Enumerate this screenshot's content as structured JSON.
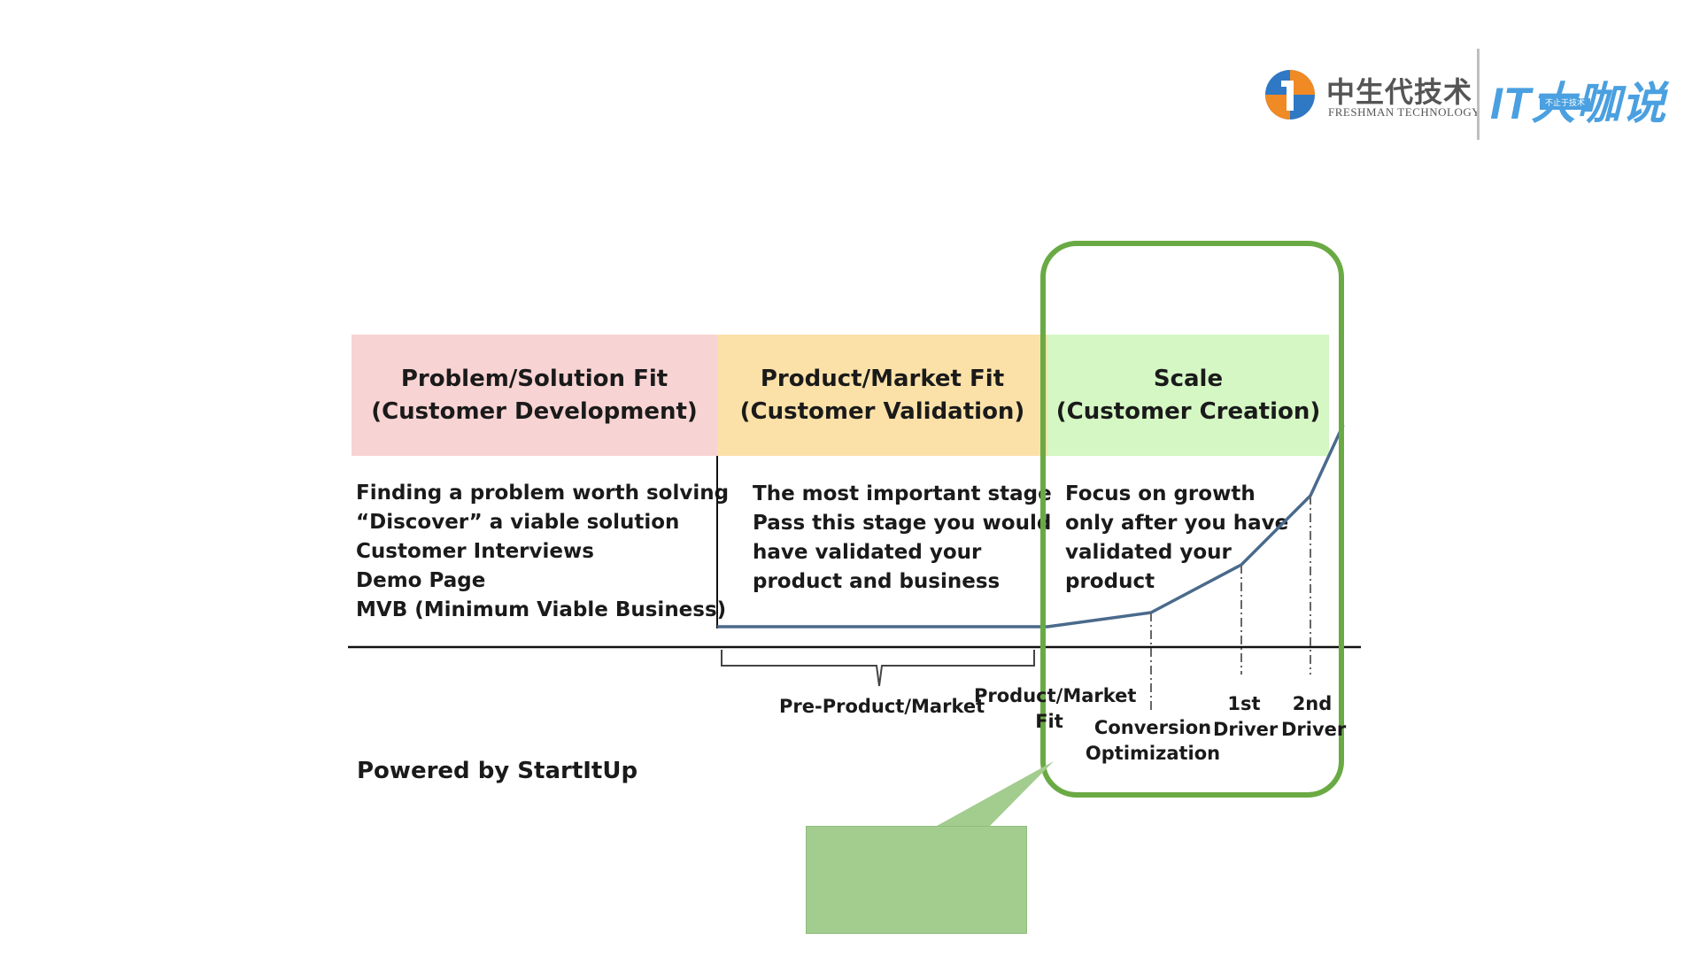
{
  "logos": {
    "freshman": {
      "chinese_name": "中生代技术",
      "english_name": "FRESHMAN TECHNOLOGY",
      "icon": "freshman-emblem-icon",
      "colors": {
        "blue": "#2f78c4",
        "orange": "#f08a24"
      }
    },
    "itkashuo": {
      "name": "IT大咖说",
      "tagline": "不止于技术",
      "color": "#4aa0e0"
    }
  },
  "stages": [
    {
      "title_line1": "Problem/Solution Fit",
      "title_line2": "(Customer Development)",
      "color": "#f8d3d3",
      "items": [
        "Finding a problem worth solving",
        "“Discover” a viable solution",
        "Customer Interviews",
        "Demo Page",
        "MVB (Minimum Viable Business)"
      ]
    },
    {
      "title_line1": "Product/Market Fit",
      "title_line2": "(Customer Validation)",
      "color": "#fbe1a8",
      "items": [
        "The most important stage",
        "Pass this stage you would",
        "have validated your",
        "product and business"
      ]
    },
    {
      "title_line1": "Scale",
      "title_line2": "(Customer Creation)",
      "color": "#d4f7c4",
      "items": [
        "Focus on growth",
        "only after you have",
        "validated your",
        "product"
      ]
    }
  ],
  "axis_labels": {
    "pre_product_market": "Pre-Product/Market",
    "product_market_fit_line1": "Product/Market",
    "product_market_fit_line2": "Fit",
    "conversion_line1": "Conversion",
    "conversion_line2": "Optimization",
    "first_driver_line1": "1st",
    "first_driver_line2": "Driver",
    "second_driver_line1": "2nd",
    "second_driver_line2": "Driver"
  },
  "footer": {
    "powered_by": "Powered by StartItUp"
  },
  "highlight": {
    "color": "#6aaa44"
  },
  "callout": {
    "text": "",
    "color": "#a3cc8f"
  },
  "growth_curve": {
    "color": "#4a6a8c"
  }
}
